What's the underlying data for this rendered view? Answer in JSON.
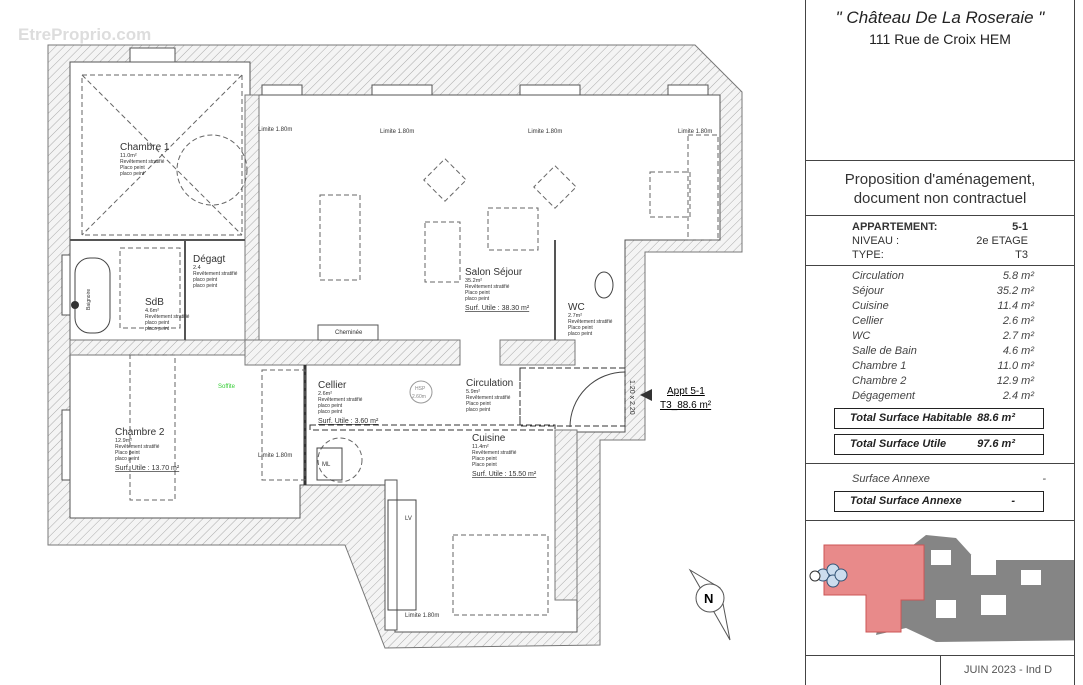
{
  "watermark": "EtreProprio.com",
  "header": {
    "title": "\" Château De La Roseraie \"",
    "address": "111 Rue de Croix HEM"
  },
  "proposition": {
    "line1": "Proposition d'aménagement,",
    "line2": "document non contractuel"
  },
  "apartment": {
    "appartement_label": "APPARTEMENT:",
    "appartement_value": "5-1",
    "niveau_label": "NIVEAU :",
    "niveau_value": "2e ETAGE",
    "type_label": "TYPE:",
    "type_value": "T3"
  },
  "rooms_table": [
    {
      "name": "Circulation",
      "area": "5.8 m²"
    },
    {
      "name": "Séjour",
      "area": "35.2 m²"
    },
    {
      "name": "Cuisine",
      "area": "11.4 m²"
    },
    {
      "name": "Cellier",
      "area": "2.6 m²"
    },
    {
      "name": "WC",
      "area": "2.7 m²"
    },
    {
      "name": "Salle de Bain",
      "area": "4.6 m²"
    },
    {
      "name": "Chambre 1",
      "area": "11.0 m²"
    },
    {
      "name": "Chambre 2",
      "area": "12.9 m²"
    },
    {
      "name": "Dégagement",
      "area": "2.4 m²"
    }
  ],
  "totals": {
    "habitable_label": "Total Surface Habitable",
    "habitable_value": "88.6 m²",
    "utile_label": "Total Surface Utile",
    "utile_value": "97.6 m²",
    "annexe_label": "Surface Annexe",
    "annexe_value": "-",
    "total_annexe_label": "Total Surface Annexe",
    "total_annexe_value": "-"
  },
  "footer": {
    "date": "JUIN 2023 - Ind D"
  },
  "plan": {
    "rooms": [
      {
        "name": "Chambre 1",
        "area": "11.0m²",
        "floor": "Revêtement stratifié",
        "wall": "Placo peint",
        "ceiling": "placo peint",
        "utile": ""
      },
      {
        "name": "Dégagt",
        "area": "2.4",
        "floor": "Revêtement stratifié",
        "wall": "placo peint",
        "ceiling": "placo peint",
        "utile": ""
      },
      {
        "name": "SdB",
        "area": "4.6m²",
        "floor": "Revêtement stratifié",
        "wall": "placo peint",
        "ceiling": "placo peint",
        "utile": ""
      },
      {
        "name": "Salon Séjour",
        "area": "35.2m²",
        "floor": "Revêtement stratifié",
        "wall": "Placo peint",
        "ceiling": "placo peint",
        "utile": "Surf. Utile : 38.30 m²"
      },
      {
        "name": "WC",
        "area": "2.7m²",
        "floor": "Revêtement stratifié",
        "wall": "Placo peint",
        "ceiling": "placo peint",
        "utile": ""
      },
      {
        "name": "Cellier",
        "area": "2.6m²",
        "floor": "Revêtement stratifié",
        "wall": "placo peint",
        "ceiling": "placo peint",
        "utile": "Surf. Utile : 3.60 m²"
      },
      {
        "name": "Circulation",
        "area": "5.9m²",
        "floor": "Revêtement stratifié",
        "wall": "Placo peint",
        "ceiling": "placo peint",
        "utile": ""
      },
      {
        "name": "Cuisine",
        "area": "11.4m²",
        "floor": "Revêtement stratifié",
        "wall": "Placo peint",
        "ceiling": "Placo peint",
        "utile": "Surf. Utile : 15.50 m²"
      },
      {
        "name": "Chambre 2",
        "area": "12.9m²",
        "floor": "Revêtement stratifié",
        "wall": "Placo peint",
        "ceiling": "placo peint",
        "utile": "Surf. Utile : 13.70 m²"
      }
    ],
    "limits": [
      "Limite 1.80m",
      "Limite 1.80m",
      "Limite 1.80m",
      "Limite 1.80m",
      "Limite 1.80m",
      "Limite 1.80m"
    ],
    "cheminee": "Cheminée",
    "hsp": "HSP",
    "hsp_value": "2.60m",
    "soffite": "Soffite",
    "ml": "ML",
    "lv": "LV",
    "baignoire": "Baignoire",
    "entry_label": "Appt 5-1",
    "entry_type": "T3_88.6 m²",
    "door_size": "1.20 x 2.20",
    "north": "N",
    "highlight_color": "#e88a8a"
  }
}
